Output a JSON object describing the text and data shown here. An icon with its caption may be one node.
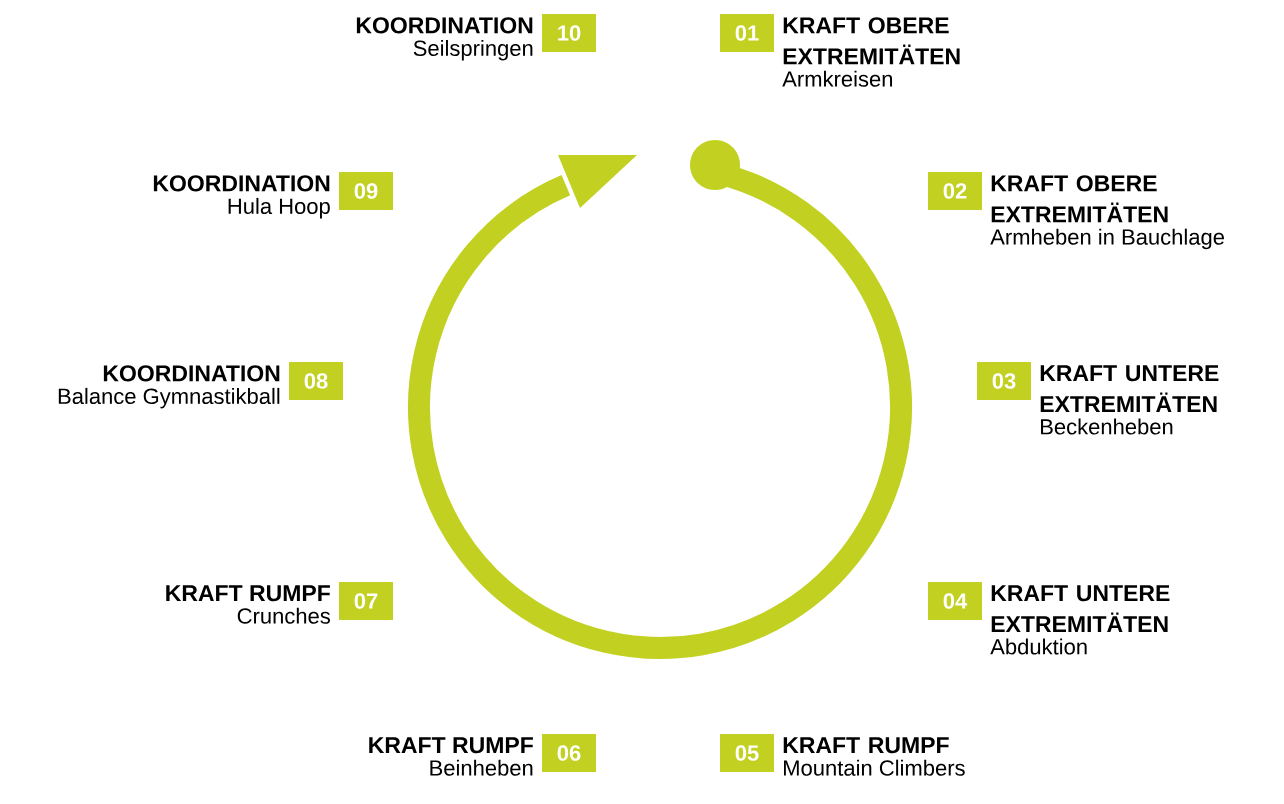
{
  "diagram": {
    "nodes": [
      {
        "text": [
          "01"
        ],
        "beside": [
          "KRAFT OBERE EXTREMITÄTEN",
          "Armkreisen"
        ]
      },
      {
        "text": [
          "02"
        ],
        "beside": [
          "KRAFT OBERE EXTREMITÄTEN",
          "Armheben in Bauchlage"
        ]
      },
      {
        "text": [
          "03"
        ],
        "beside": [
          "KRAFT UNTERE EXTREMITÄTEN",
          "Beckenheben"
        ]
      },
      {
        "text": [
          "04"
        ],
        "beside": [
          "KRAFT UNTERE EXTREMITÄTEN",
          "Abduktion"
        ]
      },
      {
        "text": [
          "05"
        ],
        "beside": [
          "KRAFT RUMPF",
          "Mountain Climbers"
        ]
      },
      {
        "text": [
          "06"
        ],
        "beside": [
          "KRAFT RUMPF",
          "Beinheben"
        ]
      },
      {
        "text": [
          "07"
        ],
        "beside": [
          "KRAFT RUMPF",
          "Crunches"
        ]
      },
      {
        "text": [
          "08"
        ],
        "beside": [
          "KOORDINATION",
          "Balance Gymnastikball"
        ]
      },
      {
        "text": [
          "09"
        ],
        "beside": [
          "KOORDINATION",
          "Hula Hoop"
        ]
      },
      {
        "text": [
          "10"
        ],
        "beside": [
          "KOORDINATION",
          "Seilspringen"
        ]
      }
    ]
  }
}
